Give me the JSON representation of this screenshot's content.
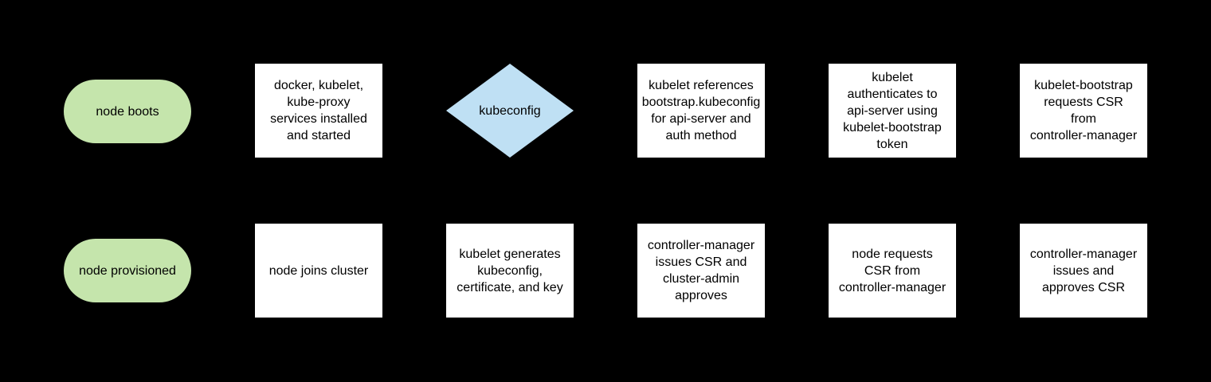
{
  "diagram": {
    "background_color": "#000000",
    "colors": {
      "terminator_fill": "#c5e5ac",
      "process_fill": "#ffffff",
      "decision_fill": "#bfe0f4",
      "label_text": "#000000"
    },
    "rows": [
      {
        "name": "node-bootstrap-top-row",
        "nodes": [
          {
            "shape": "terminator",
            "label": "node boots"
          },
          {
            "shape": "process",
            "label": "docker, kubelet,\nkube-proxy\nservices installed\nand started"
          },
          {
            "shape": "decision",
            "label": "kubeconfig"
          },
          {
            "shape": "process",
            "label": "kubelet references\nbootstrap.kubeconfig\nfor api-server and\nauth method"
          },
          {
            "shape": "process",
            "label": "kubelet\nauthenticates to\napi-server using\nkubelet-bootstrap\ntoken"
          },
          {
            "shape": "process",
            "label": "kubelet-bootstrap\nrequests CSR\nfrom\ncontroller-manager"
          }
        ]
      },
      {
        "name": "node-bootstrap-bottom-row",
        "nodes": [
          {
            "shape": "terminator",
            "label": "node provisioned"
          },
          {
            "shape": "process",
            "label": "node joins cluster"
          },
          {
            "shape": "process",
            "label": "kubelet generates\nkubeconfig,\ncertificate, and key"
          },
          {
            "shape": "process",
            "label": "controller-manager\nissues CSR and\ncluster-admin\napproves"
          },
          {
            "shape": "process",
            "label": "node requests\nCSR from\ncontroller-manager"
          },
          {
            "shape": "process",
            "label": "controller-manager\nissues and\napproves CSR"
          }
        ]
      }
    ]
  }
}
